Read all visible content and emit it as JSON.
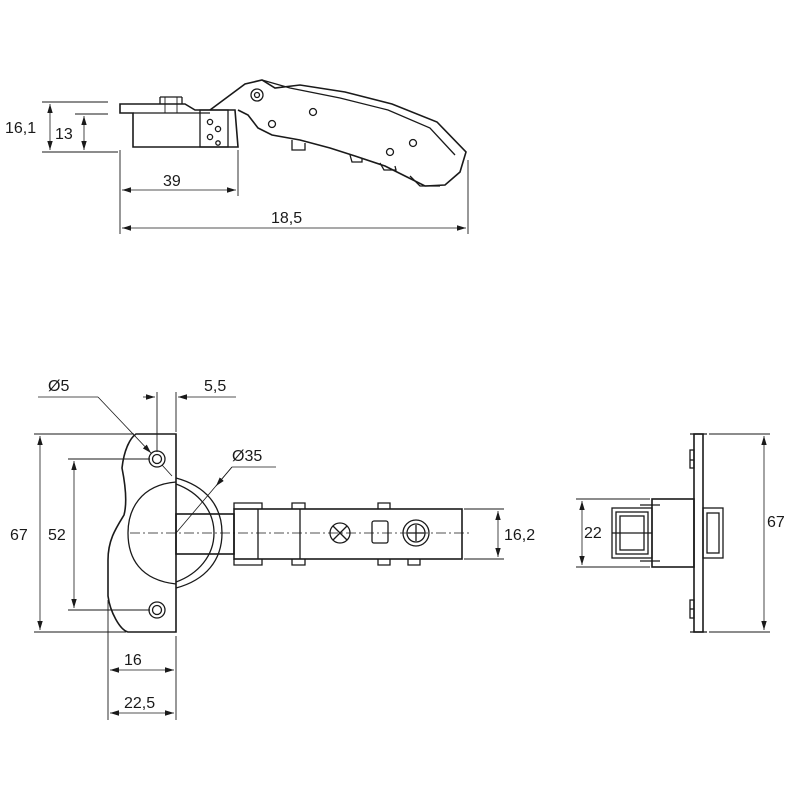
{
  "dimensions": {
    "side_height_outer": "16,1",
    "side_height_inner": "13",
    "side_plate_length": "39",
    "side_total_length": "18,5",
    "hole_diameter": "Ø5",
    "hole_offset": "5,5",
    "cup_diameter": "Ø35",
    "plate_height": "67",
    "hole_spacing": "52",
    "arm_width": "16,2",
    "cup_offset": "16",
    "plate_width": "22,5",
    "end_arm_width": "22",
    "end_plate_height": "67"
  },
  "colors": {
    "line": "#1a1a1a",
    "background": "#ffffff"
  }
}
